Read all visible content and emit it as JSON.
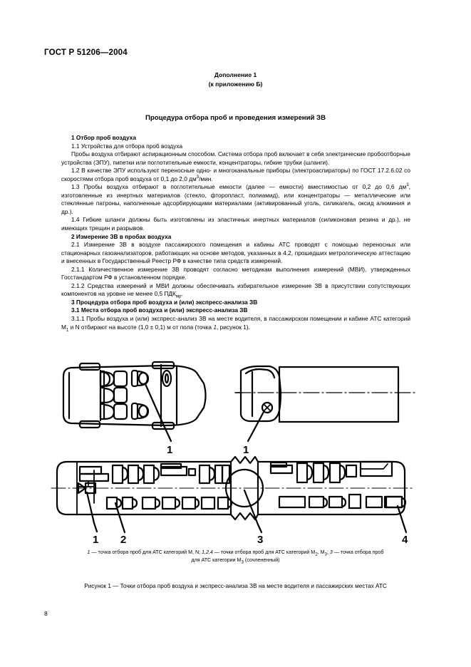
{
  "document": {
    "standard_code": "ГОСТ Р 51206—2004",
    "annex_line1": "Дополнение 1",
    "annex_line2": "(к приложению Б)",
    "title": "Процедура отбора проб и проведения измерений ЗВ",
    "page_number": "8"
  },
  "sections": {
    "s1_heading": "1  Отбор проб воздуха",
    "s1_1_heading": "1.1  Устройства для отбора проб воздуха",
    "s1_1_text": "Пробы воздуха отбирают аспирационным способом. Система отбора проб включает в себя электрические пробоотборные устройства (ЭПУ), пипетки или поглотительные емкости, концентраторы, гибкие трубки (шланги).",
    "s1_2_text_a": "1.2  В качестве ЭПУ используют переносные одно- и многоканальные приборы (электроаспираторы) по ГОСТ 17.2.6.02 со скоростями отбора проб воздуха от 0,1 до 2,0 дм",
    "s1_2_text_b": "/мин.",
    "s1_2_sup": "3",
    "s1_3_text_a": "1.3  Пробы воздуха отбирают в поглотительные емкости (далее — емкости) вместимостью от 0,2 до 0,6 дм",
    "s1_3_sup": "3",
    "s1_3_text_b": ", изготовленные из инертных материалов (стекло, фторопласт, полиамид), или концентраторы — металлические или стеклянные патроны, наполненные адсорбирующими материалами (активированный уголь, силикагель, оксид алюминия и др.).",
    "s1_4_text": "1.4  Гибкие шланги должны быть изготовлены из эластичных инертных материалов (силиконовая резина и др.), не имеющих трещин и разрывов.",
    "s2_heading": "2  Измерение ЗВ в пробах воздуха",
    "s2_1_text": "2.1  Измерение ЗВ в воздухе пассажирского помещения и кабины АТС проводят с помощью переносных или стационарных газоанализаторов, работающих на основе методов, указанных в 4.2, прошедших метрологическую аттестацию и внесенных в Государственный Реестр РФ в качестве типа средств измерений.",
    "s2_1_1_text": "2.1.1  Количественное измерение ЗВ проводят согласно методикам выполнения измерений (МВИ), утвержденных Госстандартом РФ в установленном порядке.",
    "s2_1_2_text_a": "2.1.2  Средства измерений и МВИ должны обеспечивать избирательное измерение ЗВ в присутствии сопутствующих компонентов на уровне не менее 0,5 ПДК",
    "s2_1_2_sub": "мр",
    "s2_1_2_text_b": ".",
    "s3_heading": "3  Процедура отбора проб воздуха и (или) экспресс-анализа ЗВ",
    "s3_1_heading": "3.1  Места отбора проб воздуха и (или) экспресс-анализа ЗВ",
    "s3_1_1_text_a": "3.1.1  Пробы воздуха и (или) экспресс-анализ ЗВ на месте водителя, в пассажирском помещении и кабине АТС категорий М",
    "s3_1_1_sub": "1",
    "s3_1_1_text_b": " и N отбирают на высоте (1,0 ± 0,1)  м от пола (точка ",
    "s3_1_1_italic": "1",
    "s3_1_1_text_c": ", рисунок 1)."
  },
  "figure": {
    "callouts": {
      "car_top": "1",
      "car_front": "1",
      "bus_1": "1",
      "bus_2": "2",
      "bus_3": "3",
      "bus_4": "4"
    },
    "note_line1_a": "1",
    "note_line1_b": " — точка отбора проб для АТС категорий М, N; ",
    "note_line1_c": "1,2,4",
    "note_line1_d": " — точки отбора проб для АТС категорий М",
    "note_sub_m2": "2",
    "note_line1_e": ", М",
    "note_sub_m3": "3",
    "note_line1_f": "; ",
    "note_line1_g": "3",
    "note_line1_h": " —  точка отбора проб",
    "note_line2_a": "для АТС категории М",
    "note_line2_sub": "3",
    "note_line2_b": " (сочлененный)",
    "caption": "Рисунок 1 — Точки отбора  проб воздуха и экспресс-анализа ЗВ на месте водителя и пассажирских местах АТС"
  },
  "colors": {
    "ink": "#000000",
    "paper": "#ffffff"
  }
}
